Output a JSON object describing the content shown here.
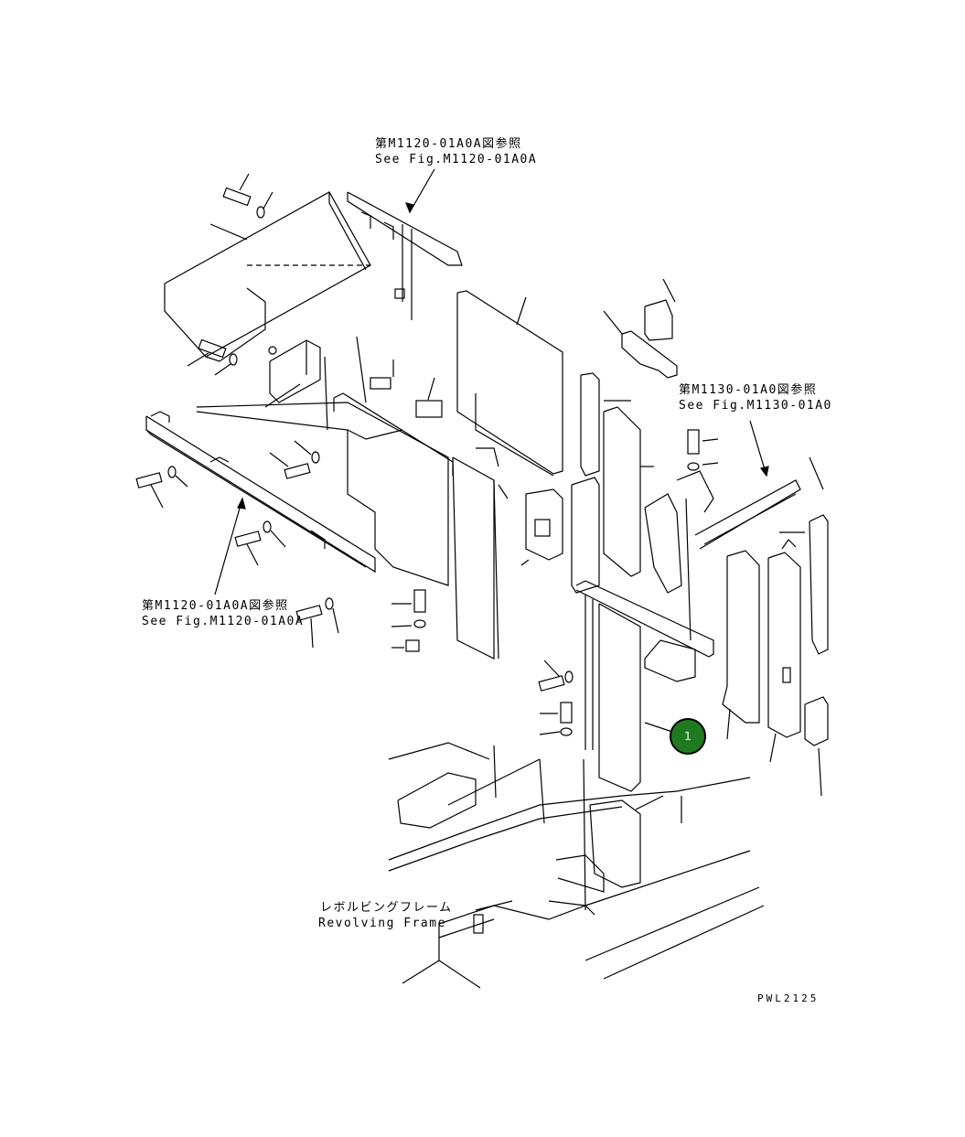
{
  "labels": {
    "ref_top_jp": "第M1120-01A0A図参照",
    "ref_top_en": "See Fig.M1120-01A0A",
    "ref_left_jp": "第M1120-01A0A図参照",
    "ref_left_en": "See Fig.M1120-01A0A",
    "ref_right_jp": "第M1130-01A0図参照",
    "ref_right_en": "See Fig.M1130-01A0",
    "frame_jp": "レボルビングフレーム",
    "frame_en": "Revolving Frame",
    "drawing_code": "PWL2125"
  },
  "callouts": [
    {
      "number": "1",
      "color": "#1f7a1f"
    }
  ]
}
